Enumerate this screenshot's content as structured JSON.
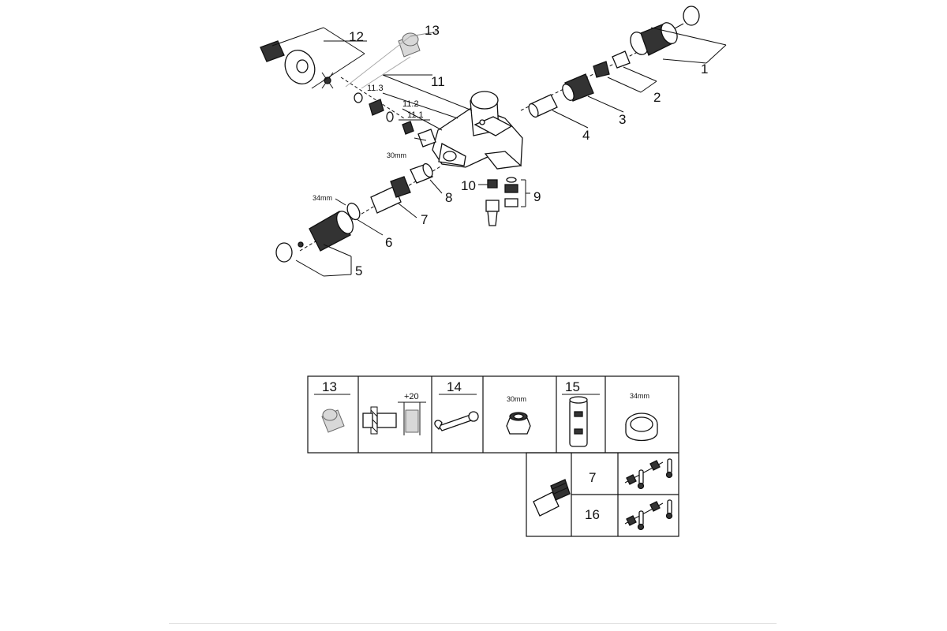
{
  "callouts": {
    "c1": "1",
    "c2": "2",
    "c3": "3",
    "c4": "4",
    "c5": "5",
    "c6": "6",
    "c7": "7",
    "c8": "8",
    "c9": "9",
    "c10": "10",
    "c11": "11",
    "c11_1": "11.1",
    "c11_2": "11.2",
    "c11_3": "11.3",
    "c12": "12",
    "c13": "13"
  },
  "dimensions": {
    "nut_size": "30mm",
    "ring_size": "34mm"
  },
  "table": {
    "top_row": {
      "cell1_label": "13",
      "cell2_dim": "+20",
      "cell3_label": "14",
      "cell4_dim": "30mm",
      "cell5_label": "15",
      "cell6_dim": "34mm"
    },
    "bottom_row": {
      "label_a": "7",
      "label_b": "16"
    }
  }
}
